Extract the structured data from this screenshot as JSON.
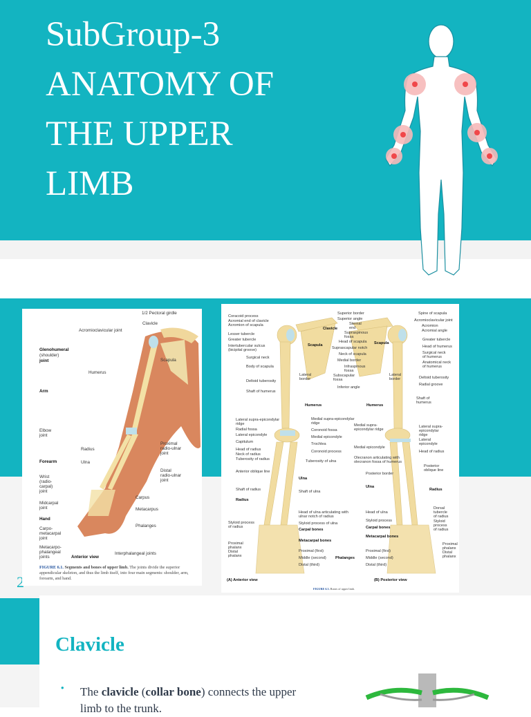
{
  "slide1": {
    "title_lines": [
      "SubGroup-3",
      "ANATOMY OF",
      "THE UPPER",
      "LIMB"
    ],
    "illustration": "human-body-joint-pain-figure",
    "colors": {
      "accent": "#13b4c1",
      "pain": "#f0474a"
    }
  },
  "slide2": {
    "page_number": "2",
    "figure1": {
      "labels": [
        "1/2 Pectoral girdle",
        "Clavicle",
        "Acromioclavicular joint",
        "Glenohumeral",
        "(shoulder)",
        "joint",
        "Scapula",
        "Humerus",
        "Arm",
        "Elbow",
        "joint",
        "Radius",
        "Proximal",
        "radio-ulnar",
        "joint",
        "Forearm",
        "Ulna",
        "Distal",
        "radio-ulnar",
        "joint",
        "Wrist",
        "(radio-",
        "carpal)",
        "joint",
        "Midcarpal",
        "joint",
        "Carpus",
        "Metacarpus",
        "Hand",
        "Phalanges",
        "Carpo-",
        "metacarpal",
        "joint",
        "Metacarpo-",
        "phalangeal",
        "joints",
        "Anterior view",
        "Interphalangeal joints"
      ],
      "caption_figure": "FIGURE 6.1.",
      "caption_title": "Segments and bones of upper limb.",
      "caption_text": "The joints divide the superior appendicular skeleton, and thus the limb itself, into four main segments: shoulder, arm, forearm, and hand."
    },
    "figure2": {
      "labels": [
        "Coracoid process",
        "Acromial end of clavicle",
        "Acromion of scapula",
        "Lesser tubercle",
        "Greater tubercle",
        "Intertubercular sulcus",
        "(bicipital groove)",
        "Surgical neck",
        "Body of scapula",
        "Deltoid tuberosity",
        "Shaft of humerus",
        "Lateral",
        "border",
        "Humerus",
        "Scapula",
        "Clavicle",
        "Superior border",
        "Superior angle",
        "Sternal",
        "end",
        "Supraspinous",
        "fossa",
        "Head of scapula",
        "Suprascapular notch",
        "Neck of scapula",
        "Medial border",
        "Infraspinous",
        "fossa",
        "Subscapular",
        "fossa",
        "Inferior angle",
        "Spine of scapula",
        "Acromioclavicular joint",
        "Acromion",
        "Acromial angle",
        "Greater tubercle",
        "Head of humerus",
        "Surgical neck",
        "of humerus",
        "Anatomical neck",
        "of humerus",
        "Lateral",
        "border",
        "Deltoid tuberosity",
        "Radial groove",
        "Shaft of",
        "humerus",
        "Humerus",
        "Scapula",
        "Lateral supra-epicondylar",
        "ridge",
        "Radial fossa",
        "Lateral epicondyle",
        "Capitulum",
        "Head of radius",
        "Neck of radius",
        "Tuberosity of radius",
        "Anterior oblique line",
        "Shaft of radius",
        "Radius",
        "Medial supra-epicondylar",
        "ridge",
        "Coronoid fossa",
        "Medial epicondyle",
        "Trochlea",
        "Coronoid process",
        "Tuberosity of ulna",
        "Ulna",
        "Shaft of ulna",
        "Medial supra-",
        "epicondylar ridge",
        "Medial epicondyle",
        "Olecranon articulating with",
        "olecranon fossa of humerus",
        "Posterior border",
        "Ulna",
        "Lateral supra-",
        "epicondylar",
        "ridge",
        "Lateral",
        "epicondyle",
        "Head of radius",
        "Posterior",
        "oblique line",
        "Radius",
        "Head of ulna articulating with",
        "ulnar notch of radius",
        "Styloid process",
        "of radius",
        "Styloid process of ulna",
        "Carpal bones",
        "Metacarpal bones",
        "Proximal",
        "phalanx",
        "Distal",
        "phalanx",
        "Proximal (first)",
        "Middle (second)",
        "Distal (third)",
        "Phalanges",
        "(A) Anterior view",
        "Head of ulna",
        "Styloid process",
        "Carpal bones",
        "Metacarpal bones",
        "Proximal (first)",
        "Middle (second)",
        "Distal (third)",
        "Dorsal",
        "tubercle",
        "of radius",
        "Styloid",
        "process",
        "of radius",
        "Proximal",
        "phalanx",
        "Distal",
        "phalanx",
        "(B) Posterior view"
      ],
      "caption_figure": "FIGURE 6.3.",
      "caption_title": "Bones of upper limb."
    }
  },
  "slide3": {
    "title": "Clavicle",
    "bullet_parts": [
      "The ",
      "clavicle",
      " (",
      "collar bone",
      ") connects the upper limb to the trunk."
    ],
    "illustration": "clavicle-skeleton-image"
  }
}
